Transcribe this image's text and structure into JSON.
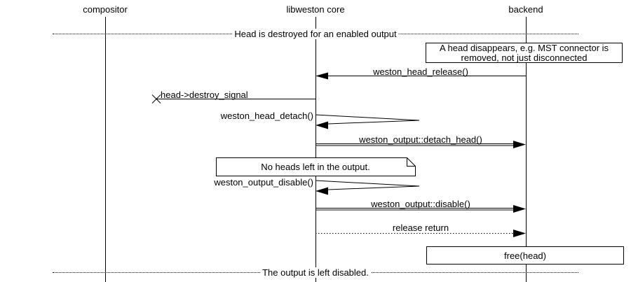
{
  "colors": {
    "background": "#ffffff",
    "foreground": "#000000"
  },
  "actors": [
    {
      "id": "compositor",
      "label": "compositor"
    },
    {
      "id": "libweston-core",
      "label": "libweston core"
    },
    {
      "id": "backend",
      "label": "backend"
    }
  ],
  "dividers": [
    {
      "label": "Head is destroyed for an enabled output"
    },
    {
      "label": "The output is left disabled."
    }
  ],
  "notes": [
    {
      "shape": "rectangle",
      "anchor": "backend",
      "lines": [
        "A head disappears, e.g. MST connector is",
        "removed, not just disconnected"
      ]
    },
    {
      "shape": "note-dogear",
      "anchor": "libweston core",
      "label": "No heads left in the output."
    },
    {
      "shape": "rectangle",
      "anchor": "backend",
      "label": "free(head)"
    }
  ],
  "messages": [
    {
      "label": "weston_head_release()",
      "from": "backend",
      "to": "libweston core",
      "style": "solid"
    },
    {
      "label": "head->destroy_signal",
      "from": "libweston core",
      "to": "lost",
      "style": "lost"
    },
    {
      "label": "weston_head_detach()",
      "from": "libweston core",
      "to": "libweston core",
      "style": "self"
    },
    {
      "label": "weston_output::detach_head()",
      "from": "libweston core",
      "to": "backend",
      "style": "double-line"
    },
    {
      "label": "weston_output_disable()",
      "from": "libweston core",
      "to": "libweston core",
      "style": "self"
    },
    {
      "label": "weston_output::disable()",
      "from": "libweston core",
      "to": "backend",
      "style": "double-line"
    },
    {
      "label": "release return",
      "from": "libweston core",
      "to": "backend",
      "style": "dotted"
    }
  ]
}
